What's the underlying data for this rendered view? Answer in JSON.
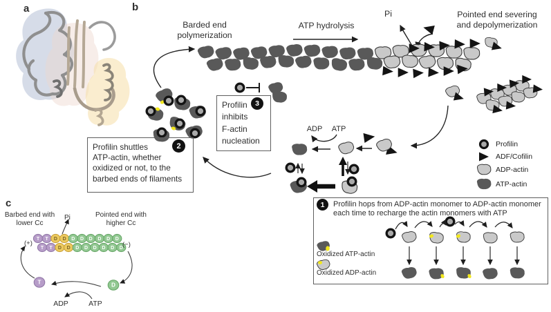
{
  "figure": {
    "panel_a_label": "a",
    "panel_b_label": "b",
    "panel_c_label": "c"
  },
  "panel_b": {
    "barbed_line1": "Barded end",
    "barbed_line2": "polymerization",
    "atp_hydrolysis": "ATP hydrolysis",
    "pi": "Pi",
    "pointed_line1": "Pointed end severing",
    "pointed_line2": "and depolymerization",
    "adp": "ADP",
    "atp": "ATP",
    "box2": {
      "badge": "2",
      "line1": "Profilin shuttles",
      "line2": "ATP-actin, whether",
      "line3": "oxidized or not, to the",
      "line4": "barbed ends of filaments"
    },
    "box3": {
      "badge": "3",
      "line1": "Profilin",
      "line2": "inhibits",
      "line3": "F-actin",
      "line4": "nucleation"
    },
    "box1": {
      "badge": "1",
      "line1": "Profilin hops from ADP-actin monomer to ADP-actin monomer",
      "line2": "each time to recharge the actin monomers with ATP",
      "oxidized_atp": "Oxidized ATP-actin",
      "oxidized_adp": "Oxidized ADP-actin"
    },
    "legend": [
      {
        "icon": "profilin-icon",
        "label": "Profilin"
      },
      {
        "icon": "adf-cofilin-icon",
        "label": "ADF/Cofilin"
      },
      {
        "icon": "adp-actin-icon",
        "label": "ADP-actin"
      },
      {
        "icon": "atp-actin-icon",
        "label": "ATP-actin"
      }
    ]
  },
  "panel_c": {
    "barbed_line1": "Barbed end with",
    "barbed_line2": "lower Cc",
    "pointed_line1": "Pointed end with",
    "pointed_line2": "higher Cc",
    "pi": "Pi",
    "plus": "(+)",
    "minus": "(−)",
    "adp": "ADP",
    "atp": "ATP",
    "subunit_letters": {
      "atp": "T",
      "adp": "D"
    },
    "filament_pattern": [
      "purple",
      "purple",
      "yellow",
      "yellow",
      "green",
      "green",
      "green",
      "green",
      "green",
      "green"
    ]
  },
  "colors": {
    "atp_actin": "#595959",
    "adp_actin": "#c9c9c9",
    "blob_outline": "#3a3a3a",
    "oxidized": "#f2e71d",
    "profilin_fill": "#a9a9a9",
    "profilin_ring": "#141414",
    "cofilin": "#141414",
    "purple": "#b69cc8",
    "yellow": "#ecca5f",
    "green": "#92c892",
    "box_border": "#5e5e5e",
    "text": "#2e2e2e"
  }
}
